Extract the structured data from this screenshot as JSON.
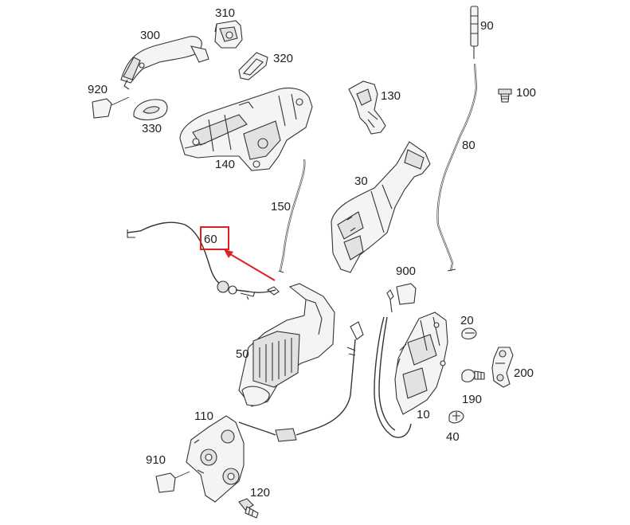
{
  "diagram": {
    "labels": {
      "p10": "10",
      "p20": "20",
      "p30": "30",
      "p40": "40",
      "p50": "50",
      "p60": "60",
      "p80": "80",
      "p90": "90",
      "p100": "100",
      "p110": "110",
      "p120": "120",
      "p130": "130",
      "p140": "140",
      "p150": "150",
      "p190": "190",
      "p200": "200",
      "p300": "300",
      "p310": "310",
      "p320": "320",
      "p330": "330",
      "p900": "900",
      "p910": "910",
      "p920": "920"
    },
    "highlight": {
      "part": "60",
      "color": "#e02020"
    }
  }
}
